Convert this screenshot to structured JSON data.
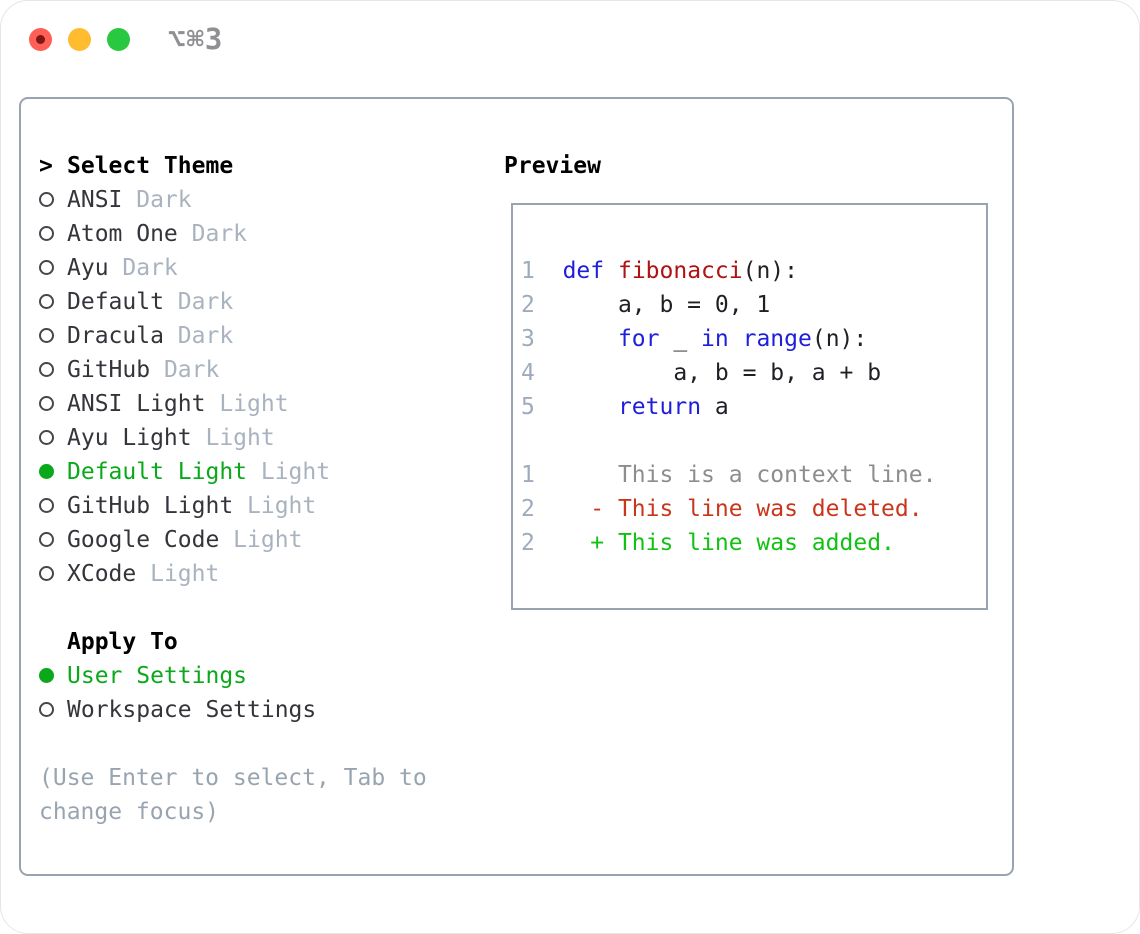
{
  "window": {
    "shortcut": "⌥⌘3"
  },
  "colors": {
    "traffic_red": "#ff5f57",
    "traffic_yellow": "#febc2e",
    "traffic_green": "#28c840",
    "border_gray": "#9aa3b0",
    "selection_green": "#0ba81b",
    "variant_gray": "#a9b3c0",
    "hint_gray": "#99a4b1",
    "line_number_gray": "#9fabbb",
    "keyword_blue": "#1e1edb",
    "function_red": "#ae1212",
    "context_gray": "#8d8d90",
    "deleted_red": "#c9361c",
    "added_green": "#12c212"
  },
  "left": {
    "header_prefix": ">",
    "header": "Select Theme",
    "themes": [
      {
        "name": "ANSI",
        "variant": "Dark",
        "selected": false
      },
      {
        "name": "Atom One",
        "variant": "Dark",
        "selected": false
      },
      {
        "name": "Ayu",
        "variant": "Dark",
        "selected": false
      },
      {
        "name": "Default",
        "variant": "Dark",
        "selected": false
      },
      {
        "name": "Dracula",
        "variant": "Dark",
        "selected": false
      },
      {
        "name": "GitHub",
        "variant": "Dark",
        "selected": false
      },
      {
        "name": "ANSI Light",
        "variant": "Light",
        "selected": false
      },
      {
        "name": "Ayu Light",
        "variant": "Light",
        "selected": false
      },
      {
        "name": "Default Light",
        "variant": "Light",
        "selected": true
      },
      {
        "name": "GitHub Light",
        "variant": "Light",
        "selected": false
      },
      {
        "name": "Google Code",
        "variant": "Light",
        "selected": false
      },
      {
        "name": "XCode",
        "variant": "Light",
        "selected": false
      }
    ],
    "apply_to_header": "Apply To",
    "apply_to": [
      {
        "name": "User Settings",
        "selected": true
      },
      {
        "name": "Workspace Settings",
        "selected": false
      }
    ],
    "hint_lines": [
      "(Use Enter to select, Tab to",
      "change focus)"
    ]
  },
  "preview": {
    "header": "Preview",
    "lines": [
      {
        "num": "1",
        "tokens": [
          {
            "c": "pl",
            "t": "  "
          },
          {
            "c": "kw",
            "t": "def"
          },
          {
            "c": "pl",
            "t": " "
          },
          {
            "c": "fn",
            "t": "fibonacci"
          },
          {
            "c": "pl",
            "t": "(n):"
          }
        ]
      },
      {
        "num": "2",
        "tokens": [
          {
            "c": "pl",
            "t": "      a, b = 0, 1"
          }
        ]
      },
      {
        "num": "3",
        "tokens": [
          {
            "c": "pl",
            "t": "      "
          },
          {
            "c": "kw",
            "t": "for"
          },
          {
            "c": "pl",
            "t": " _ "
          },
          {
            "c": "kw",
            "t": "in"
          },
          {
            "c": "pl",
            "t": " "
          },
          {
            "c": "kw",
            "t": "range"
          },
          {
            "c": "pl",
            "t": "(n):"
          }
        ]
      },
      {
        "num": "4",
        "tokens": [
          {
            "c": "pl",
            "t": "          a, b = b, a + b"
          }
        ]
      },
      {
        "num": "5",
        "tokens": [
          {
            "c": "pl",
            "t": "      "
          },
          {
            "c": "kw",
            "t": "return"
          },
          {
            "c": "pl",
            "t": " a"
          }
        ]
      },
      {
        "num": "",
        "tokens": []
      },
      {
        "num": "1",
        "tokens": [
          {
            "c": "ctx",
            "t": "      This is a context line."
          }
        ]
      },
      {
        "num": "2",
        "tokens": [
          {
            "c": "del",
            "t": "    - This line was deleted."
          }
        ]
      },
      {
        "num": "2",
        "tokens": [
          {
            "c": "add",
            "t": "    + This line was added."
          }
        ]
      }
    ]
  }
}
